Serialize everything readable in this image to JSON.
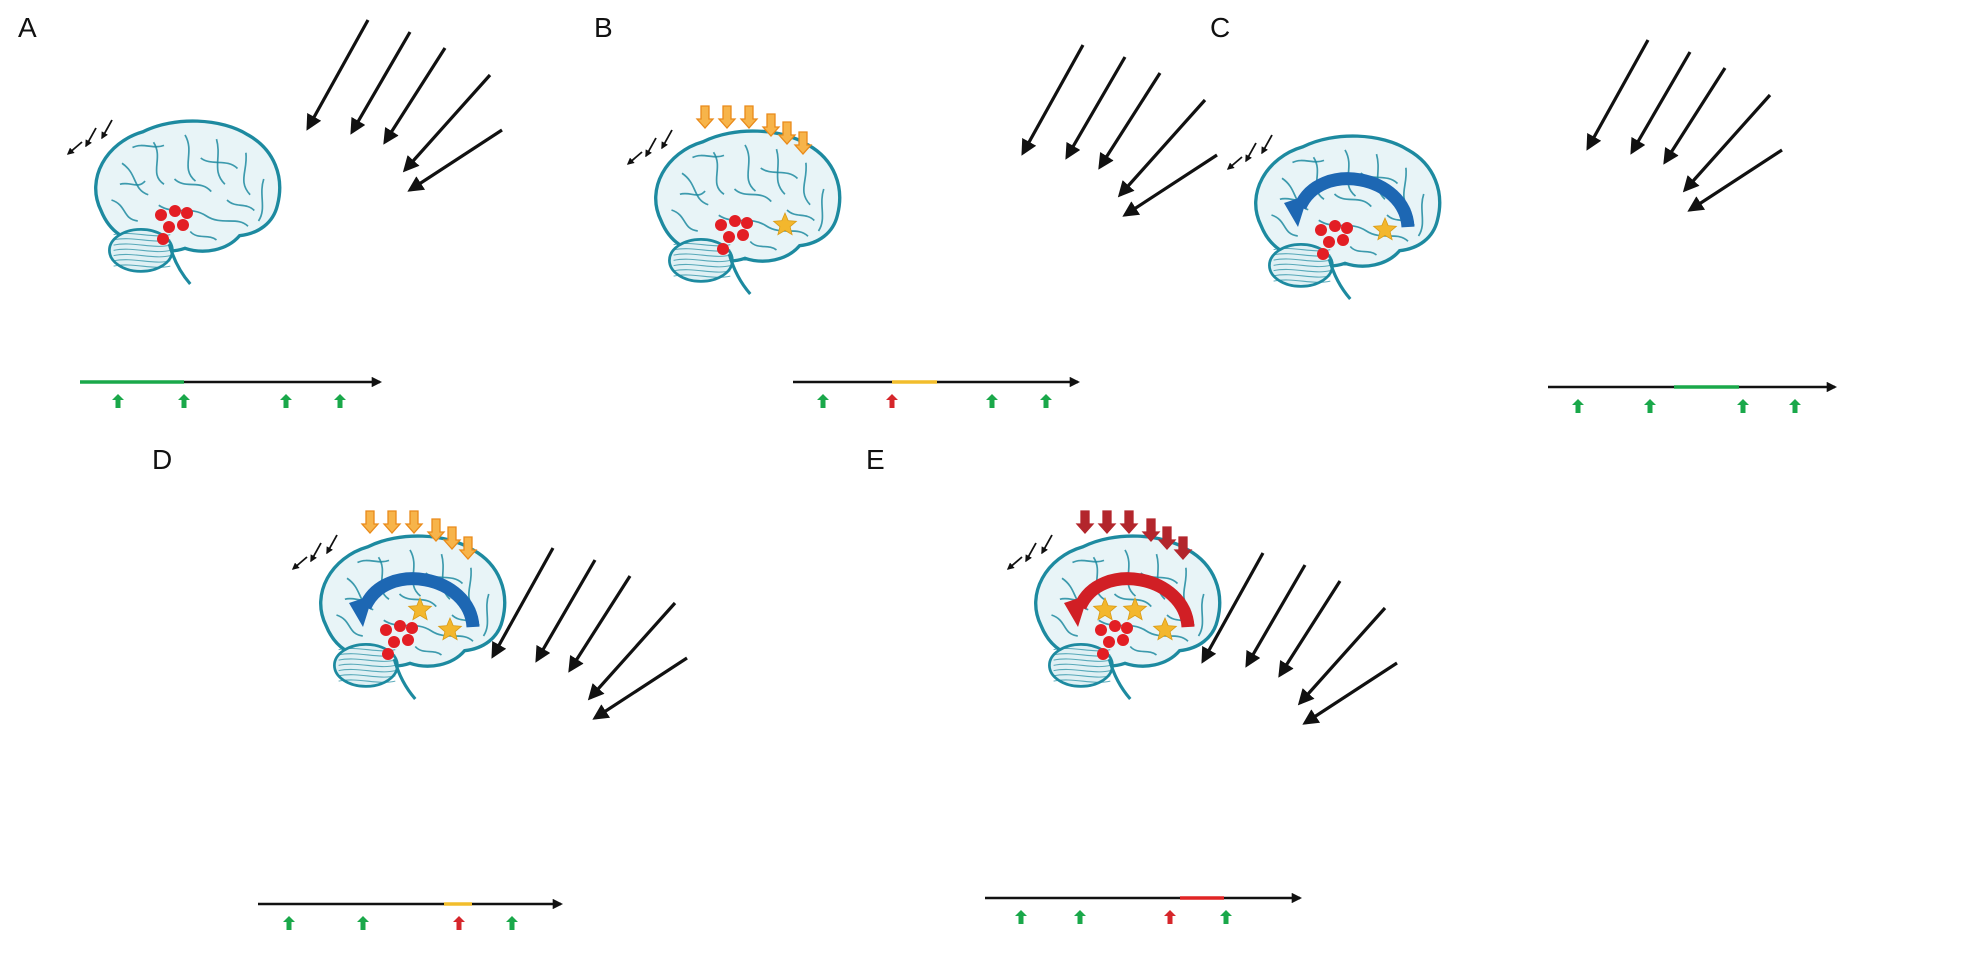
{
  "colors": {
    "background": "#ffffff",
    "brain_fill": "#e8f4f7",
    "brain_line": "#1d8aa0",
    "cerebellum_fill": "#dff0f4",
    "black_arrow": "#111111",
    "green_arrow": "#1aa84a",
    "orange_arrow_fill": "#f7b44a",
    "orange_arrow_edge": "#e98a1a",
    "red_arrow": "#d6262b",
    "dark_red_arrow": "#b3262c",
    "dots": "#e31e24",
    "star": "#f3b72d",
    "blue_curve": "#1d67b3",
    "red_curve": "#d11f25",
    "green_segment": "#1aa84a",
    "yellow_segment": "#f2bd2c",
    "red_segment": "#e12424"
  },
  "panels": [
    {
      "id": "A",
      "label": "A",
      "down_arrows": "none",
      "stars": 0,
      "curve": "none",
      "segment": "green",
      "up_arrows": [
        "green",
        "green",
        "green",
        "green"
      ]
    },
    {
      "id": "B",
      "label": "B",
      "down_arrows": "orange",
      "stars": 1,
      "curve": "none",
      "segment": "yellow",
      "up_arrows": [
        "green",
        "red",
        "green",
        "green"
      ]
    },
    {
      "id": "C",
      "label": "C",
      "down_arrows": "none",
      "stars": 1,
      "curve": "blue",
      "segment": "green",
      "up_arrows": [
        "green",
        "green",
        "green",
        "green"
      ]
    },
    {
      "id": "D",
      "label": "D",
      "down_arrows": "orange",
      "stars": 2,
      "curve": "blue",
      "segment": "yellow",
      "up_arrows": [
        "green",
        "green",
        "red",
        "green"
      ]
    },
    {
      "id": "E",
      "label": "E",
      "down_arrows": "darkred",
      "stars": 3,
      "curve": "red",
      "segment": "red",
      "up_arrows": [
        "green",
        "green",
        "red",
        "green"
      ]
    }
  ]
}
